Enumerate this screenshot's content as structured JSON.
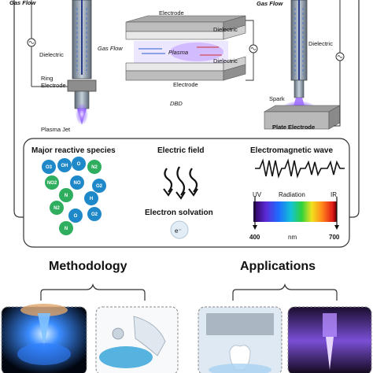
{
  "top": {
    "jet": {
      "gas_flow": "Gas Flow",
      "dielectric": "Dielectric",
      "ring_electrode": "Ring\nElectrode",
      "plasma_jet": "Plasma Jet"
    },
    "dbd": {
      "electrode_top": "Electrode",
      "dielectric_top": "Dielectric",
      "gas_flow": "Gas Flow",
      "plasma": "Plasma",
      "dielectric_bottom": "Dielectric",
      "electrode_bottom": "Electrode",
      "caption": "DBD"
    },
    "spark": {
      "gas_flow": "Gas Flow",
      "dielectric": "Dielectric",
      "spark": "Spark",
      "plate_electrode": "Plate Electrode"
    }
  },
  "middle": {
    "species_title": "Major reactive species",
    "species": [
      {
        "label": "O3",
        "color": "#1e88c8"
      },
      {
        "label": "OH",
        "color": "#1e88c8"
      },
      {
        "label": "O",
        "color": "#1e88c8"
      },
      {
        "label": "N2",
        "color": "#2eae5e"
      },
      {
        "label": "NO2",
        "color": "#2eae5e"
      },
      {
        "label": "NO",
        "color": "#1e88c8"
      },
      {
        "label": "O2",
        "color": "#1e88c8"
      },
      {
        "label": "N",
        "color": "#2eae5e"
      },
      {
        "label": "H",
        "color": "#1e88c8"
      },
      {
        "label": "N2",
        "color": "#2eae5e"
      },
      {
        "label": "O",
        "color": "#1e88c8"
      },
      {
        "label": "O2",
        "color": "#1e88c8"
      },
      {
        "label": "N",
        "color": "#2eae5e"
      }
    ],
    "field_title": "Electric field",
    "solvation_label": "Electron solvation",
    "electron_symbol": "e⁻",
    "wave_title": "Electromagnetic wave",
    "uv_label": "UV",
    "radiation_label": "Radiation",
    "ir_label": "IR",
    "nm_400": "400",
    "nm_label": "nm",
    "nm_700": "700"
  },
  "bottom": {
    "methodology_title": "Methodology",
    "applications_title": "Applications"
  },
  "colors": {
    "frame": "#333333",
    "plasma_violet": "#8a5cff",
    "electrode_gray": "#9a9a9a"
  }
}
